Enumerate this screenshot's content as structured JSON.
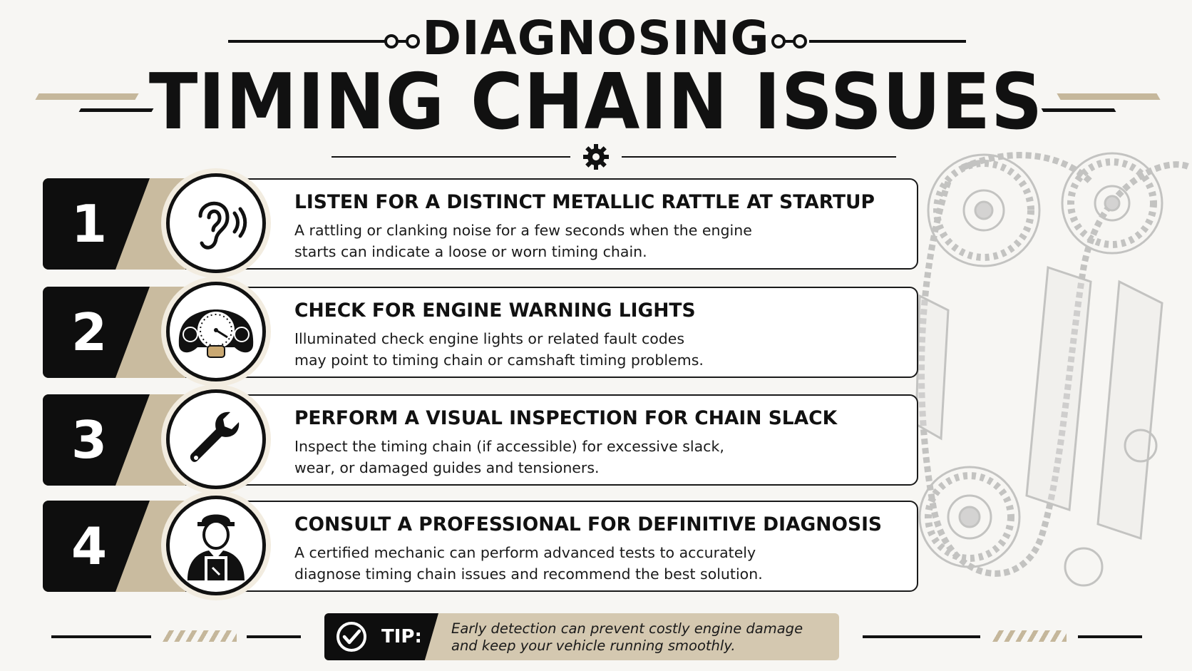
{
  "header": {
    "title_top": "DIAGNOSING",
    "title_main": "TIMING CHAIN ISSUES"
  },
  "steps": [
    {
      "number": "1",
      "icon": "ear-icon",
      "heading": "LISTEN FOR A DISTINCT METALLIC RATTLE AT STARTUP",
      "line1": "A rattling or clanking noise for a few seconds when the engine",
      "line2": "starts can indicate a loose or worn timing chain."
    },
    {
      "number": "2",
      "icon": "dashboard-gauge-icon",
      "heading": "CHECK FOR ENGINE WARNING LIGHTS",
      "line1": "Illuminated check engine lights or related fault codes",
      "line2": "may point to timing chain or camshaft timing problems."
    },
    {
      "number": "3",
      "icon": "wrench-icon",
      "heading": "PERFORM A VISUAL INSPECTION FOR CHAIN SLACK",
      "line1": "Inspect the timing chain (if accessible) for excessive slack,",
      "line2": "wear, or damaged guides and tensioners."
    },
    {
      "number": "4",
      "icon": "mechanic-icon",
      "heading": "CONSULT A PROFESSIONAL FOR DEFINITIVE DIAGNOSIS",
      "line1": "A certified mechanic can perform advanced tests to accurately",
      "line2": "diagnose timing chain issues and recommend the best solution."
    }
  ],
  "tip": {
    "icon": "checkmark-circle-icon",
    "label": "TIP:",
    "line1": "Early detection can prevent costly engine damage",
    "line2": "and keep your vehicle running smoothly."
  },
  "colors": {
    "accent_tan": "#c9bb9f",
    "dark": "#0e0e0e",
    "background": "#f7f6f3"
  },
  "decor": {
    "engine_illustration": "timing-chain-engine-illustration",
    "gear_icon": "gear-icon"
  }
}
